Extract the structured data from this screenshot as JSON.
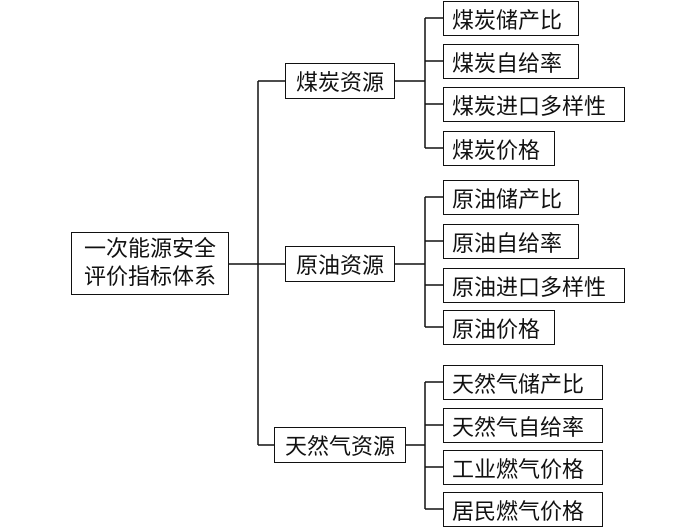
{
  "root": {
    "line1": "一次能源安全",
    "line2": "评价指标体系"
  },
  "categories": [
    {
      "label": "煤炭资源",
      "items": [
        "煤炭储产比",
        "煤炭自给率",
        "煤炭进口多样性",
        "煤炭价格"
      ]
    },
    {
      "label": "原油资源",
      "items": [
        "原油储产比",
        "原油自给率",
        "原油进口多样性",
        "原油价格"
      ]
    },
    {
      "label": "天然气资源",
      "items": [
        "天然气储产比",
        "天然气自给率",
        "工业燃气价格",
        "居民燃气价格"
      ]
    }
  ],
  "colors": {
    "line": "#111111",
    "border": "#111111",
    "background": "#ffffff"
  }
}
